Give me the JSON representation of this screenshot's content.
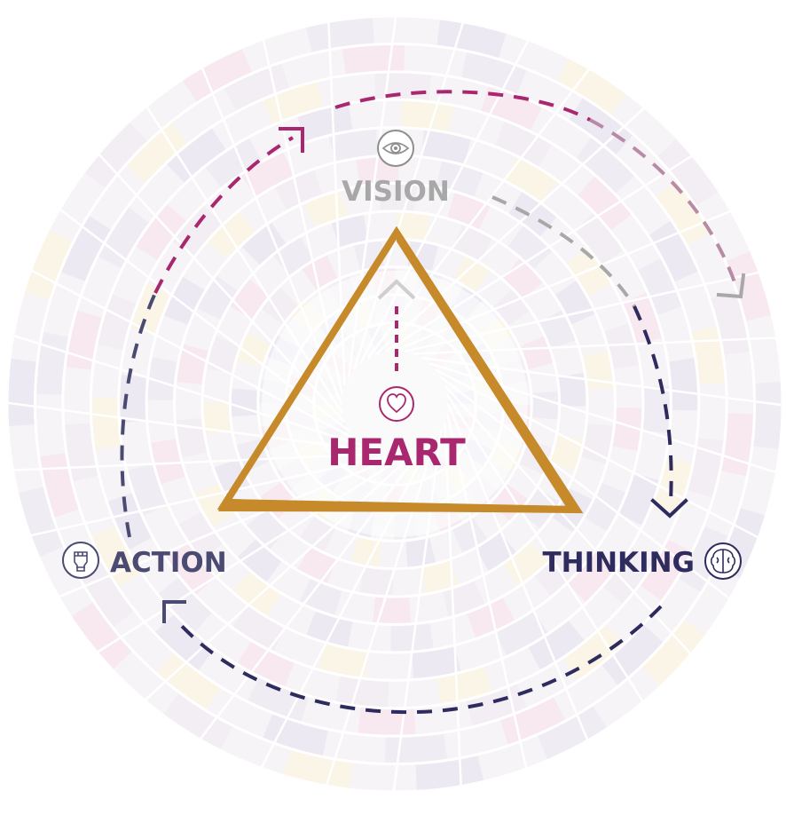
{
  "labels": {
    "vision": "VISION",
    "heart": "HEART",
    "thinking": "THINKING",
    "action": "ACTION"
  },
  "icons": {
    "vision": "eye-icon",
    "heart": "heart-icon",
    "thinking": "brain-icon",
    "action": "raised-fist-icon"
  },
  "colors": {
    "magenta": "#a8276e",
    "navy": "#2e2c5f",
    "gray": "#a8a8a8",
    "slate": "#4a4a72",
    "mauve": "#b88aa6",
    "gold": "#c68a2a",
    "icon_gray": "#8e8e8e"
  }
}
